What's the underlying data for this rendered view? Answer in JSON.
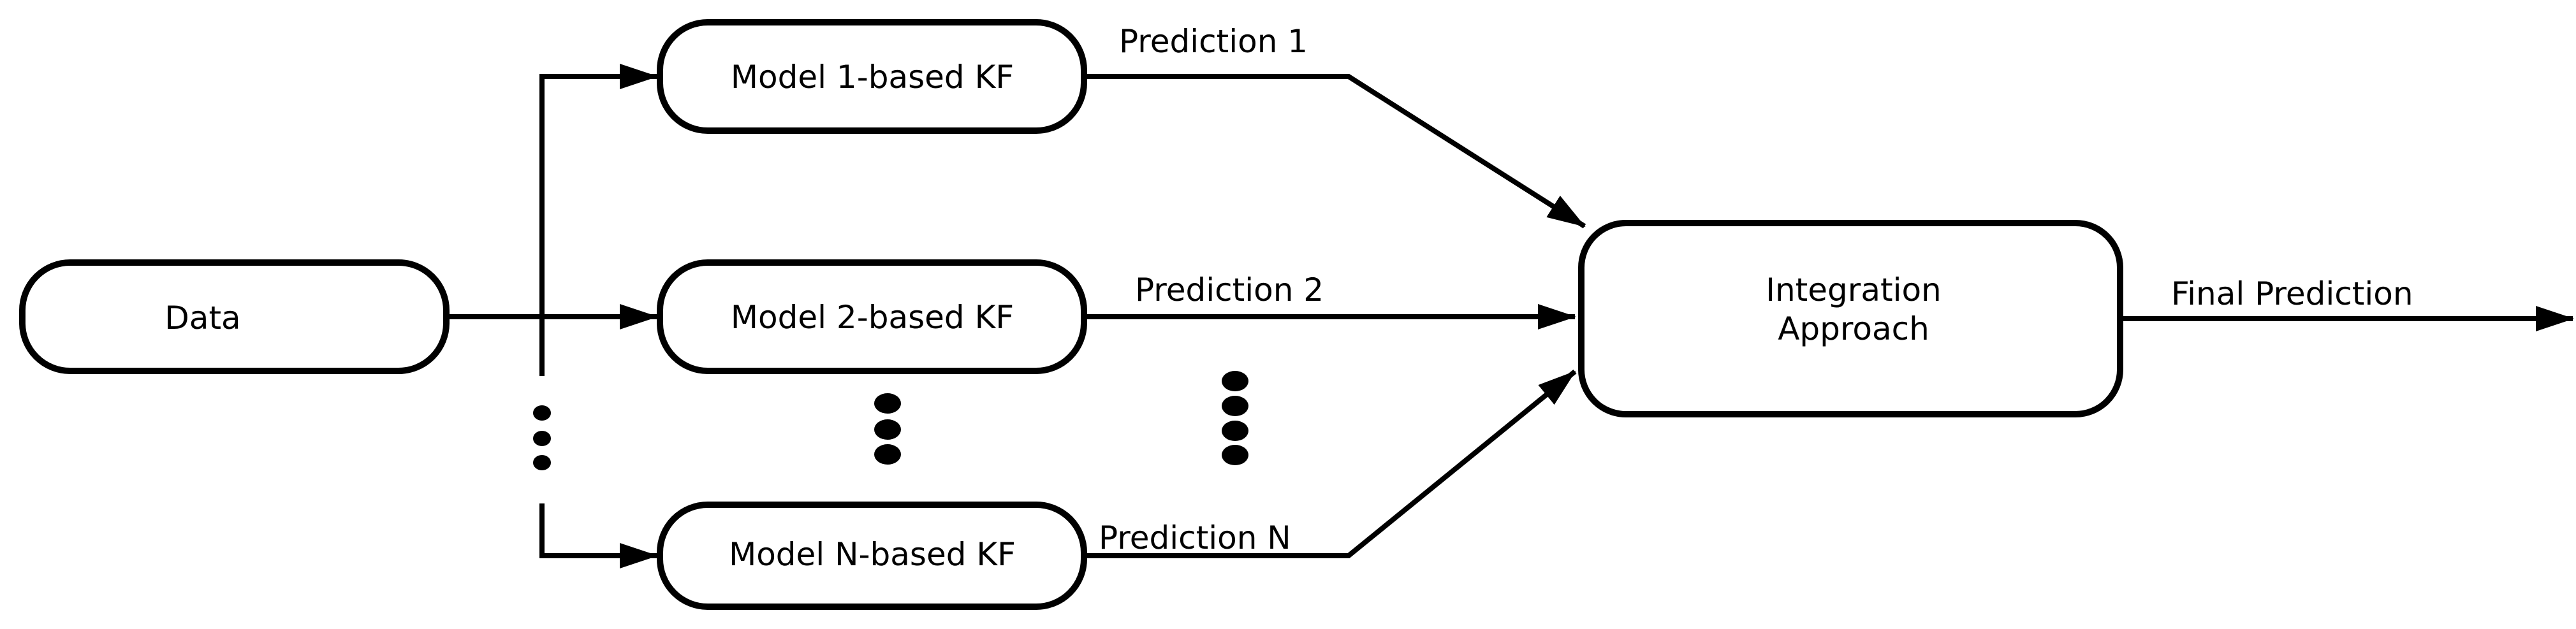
{
  "nodes": {
    "data": {
      "label": "Data"
    },
    "model_1": {
      "label": "Model 1-based KF"
    },
    "model_2": {
      "label": "Model 2-based KF"
    },
    "model_n": {
      "label": "Model N-based KF"
    },
    "integration": {
      "label_line1": "Integration",
      "label_line2": "Approach"
    }
  },
  "edges": {
    "prediction_1": "Prediction 1",
    "prediction_2": "Prediction 2",
    "prediction_n": "Prediction N",
    "final_prediction": "Final Prediction"
  }
}
